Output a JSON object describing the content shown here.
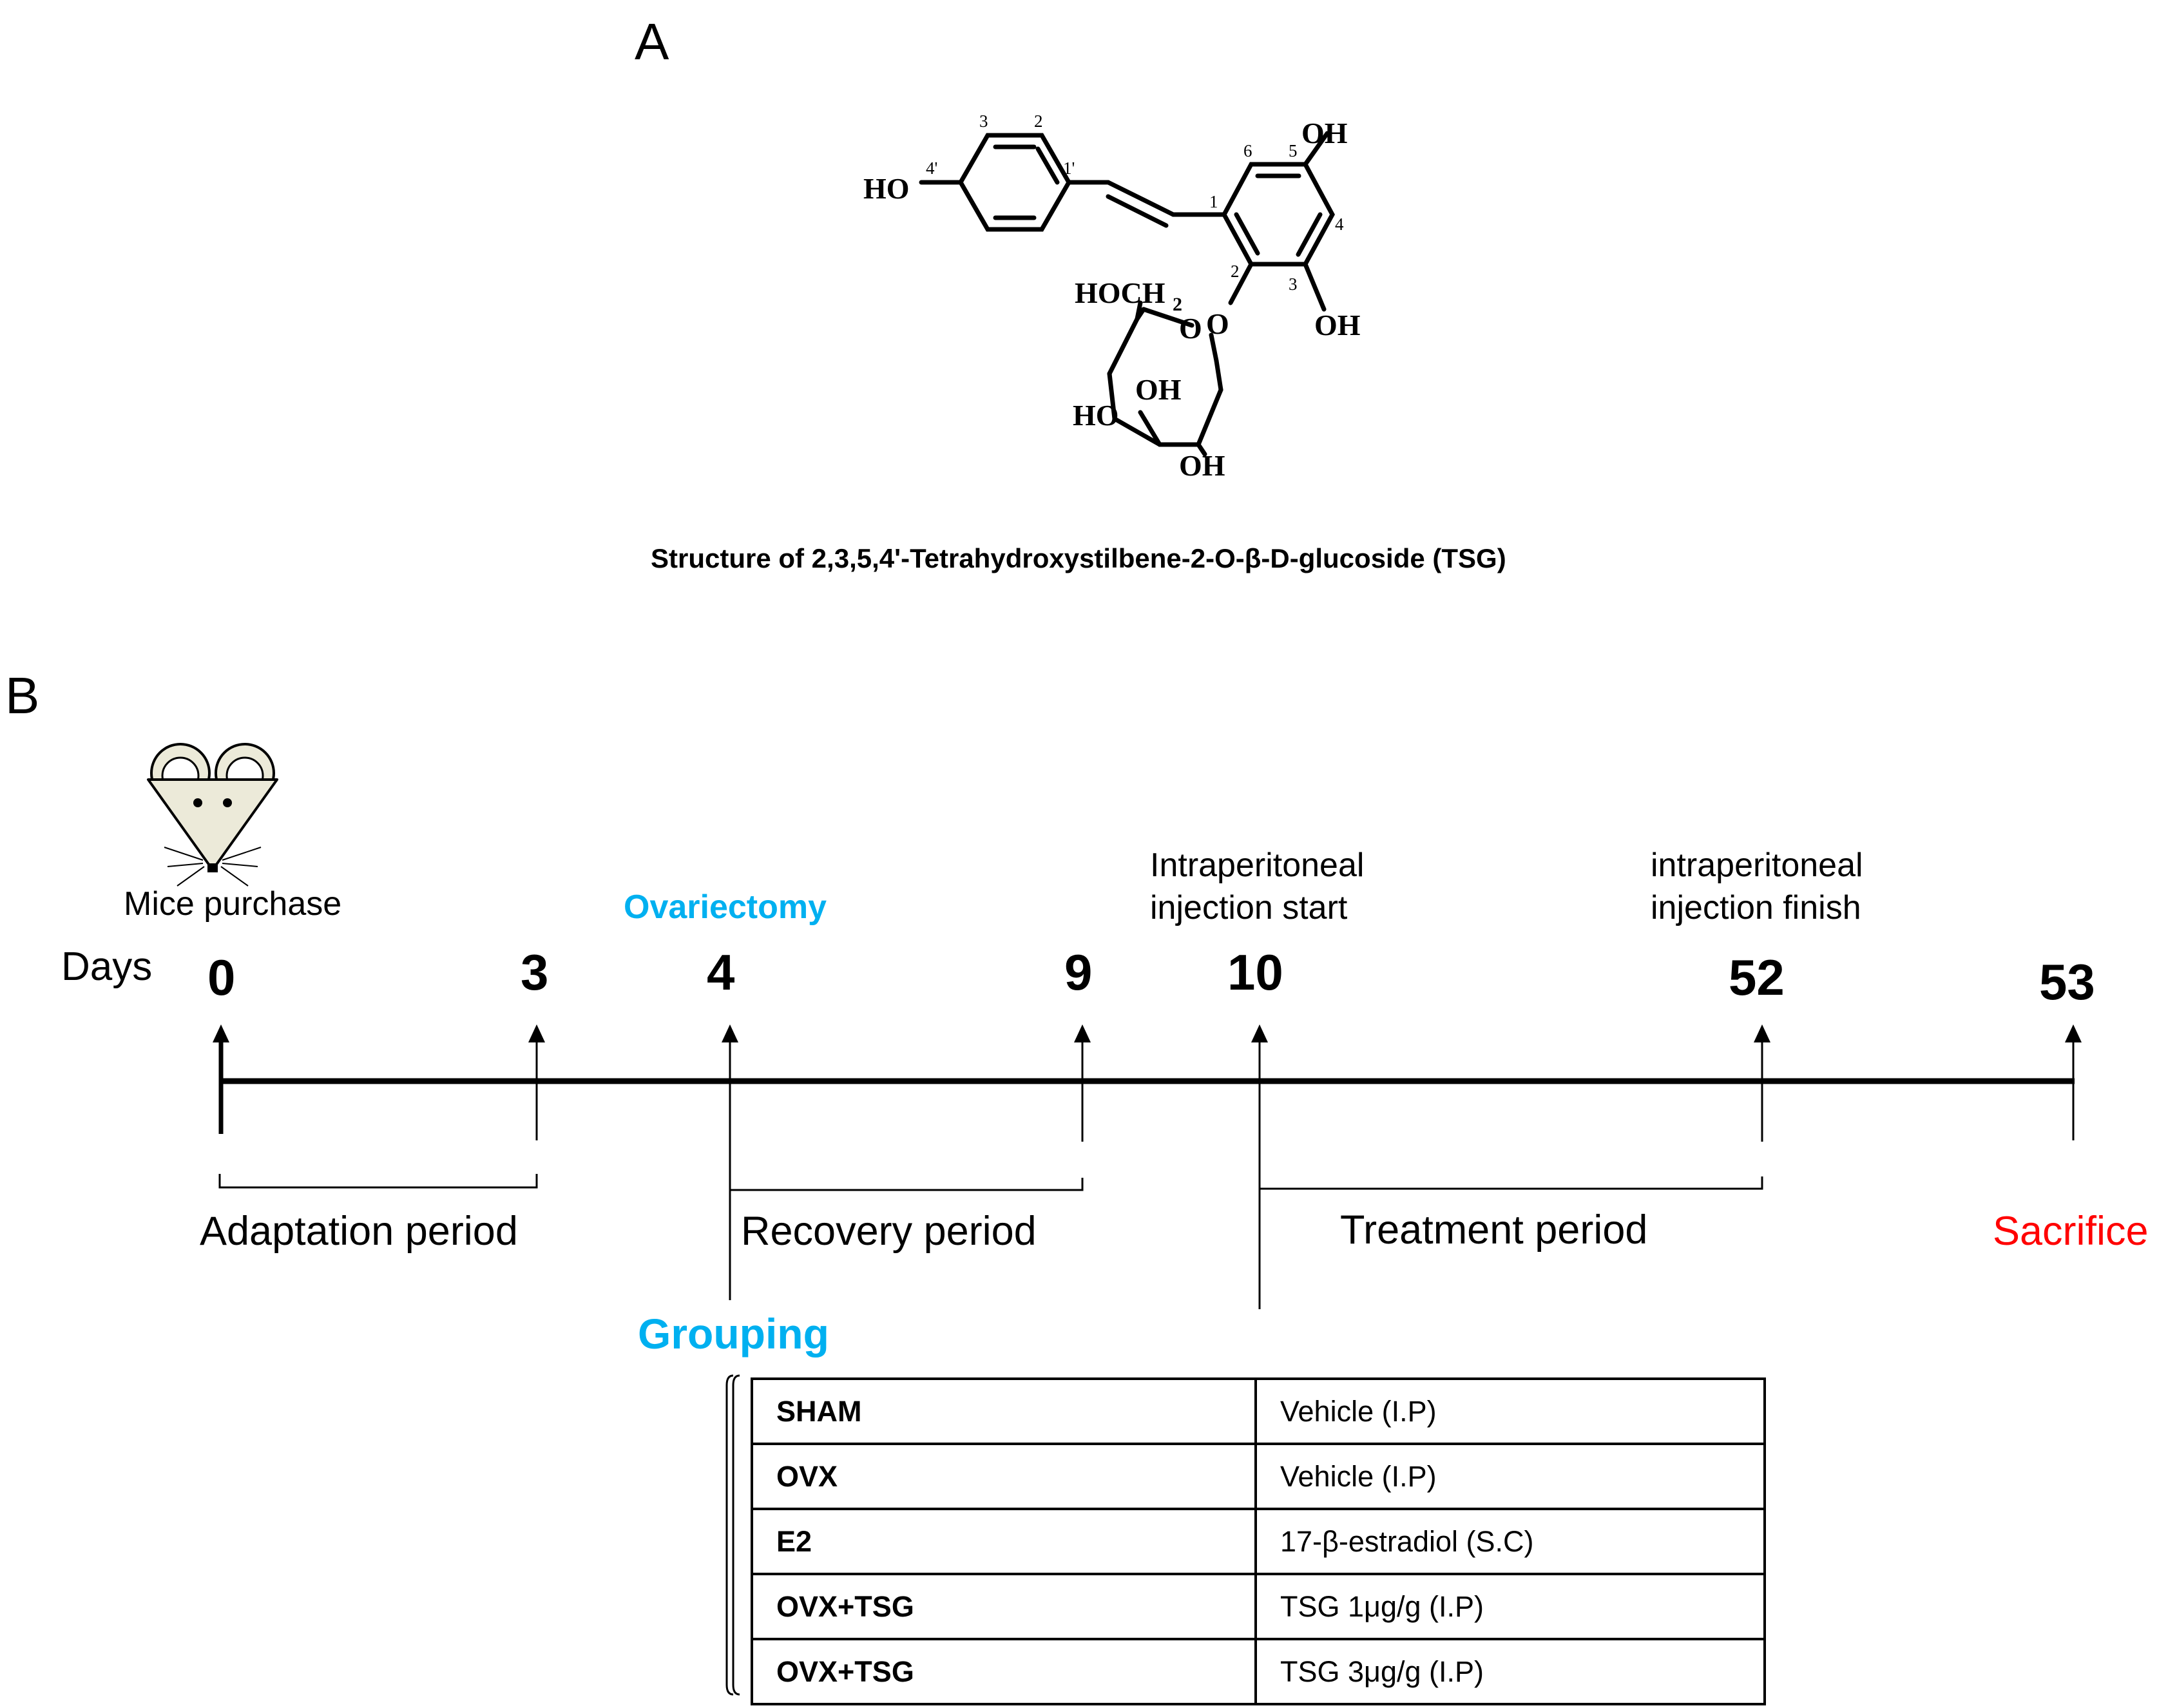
{
  "panel_a": {
    "label": "A",
    "atoms": {
      "oh_left": "HO",
      "oh_top": "OH",
      "oh_right": "OH",
      "hoch": "HOCH",
      "hoch_sub": "2",
      "ring_o": "O",
      "glyc_o": "O",
      "oh_sugar1": "OH",
      "oh_sugar2": "HO",
      "oh_sugar3": "OH"
    },
    "positions": {
      "p3": "3",
      "p2": "2",
      "p4p": "4'",
      "p1p": "1'",
      "p6": "6",
      "p5": "5",
      "p1": "1",
      "p4": "4",
      "p2b": "2",
      "p3b": "3"
    },
    "caption": "Structure of 2,3,5,4'-Tetrahydroxystilbene-2-O-β-D-glucoside (TSG)"
  },
  "panel_b": {
    "label": "B",
    "mouse_label": "Mice purchase",
    "days_label": "Days",
    "days": [
      "0",
      "3",
      "4",
      "9",
      "10",
      "52",
      "53"
    ],
    "events": {
      "ovariectomy": "Ovariectomy",
      "ip_start_1": "Intraperitoneal",
      "ip_start_2": "injection start",
      "ip_finish_1": "intraperitoneal",
      "ip_finish_2": "injection finish"
    },
    "periods": {
      "adaptation": "Adaptation period",
      "recovery": "Recovery period",
      "treatment": "Treatment period",
      "sacrifice": "Sacrifice"
    },
    "grouping_title": "Grouping",
    "groups": [
      {
        "group": "SHAM",
        "treatment": "Vehicle (I.P)"
      },
      {
        "group": "OVX",
        "treatment": "Vehicle (I.P)"
      },
      {
        "group": "E2",
        "treatment": "17-β-estradiol (S.C)"
      },
      {
        "group": "OVX+TSG",
        "treatment": "TSG 1μg/g (I.P)"
      },
      {
        "group": "OVX+TSG",
        "treatment": "TSG 3μg/g (I.P)"
      }
    ],
    "colors": {
      "highlight_blue": "#00b0f0",
      "sacrifice_red": "#ff0000"
    }
  }
}
